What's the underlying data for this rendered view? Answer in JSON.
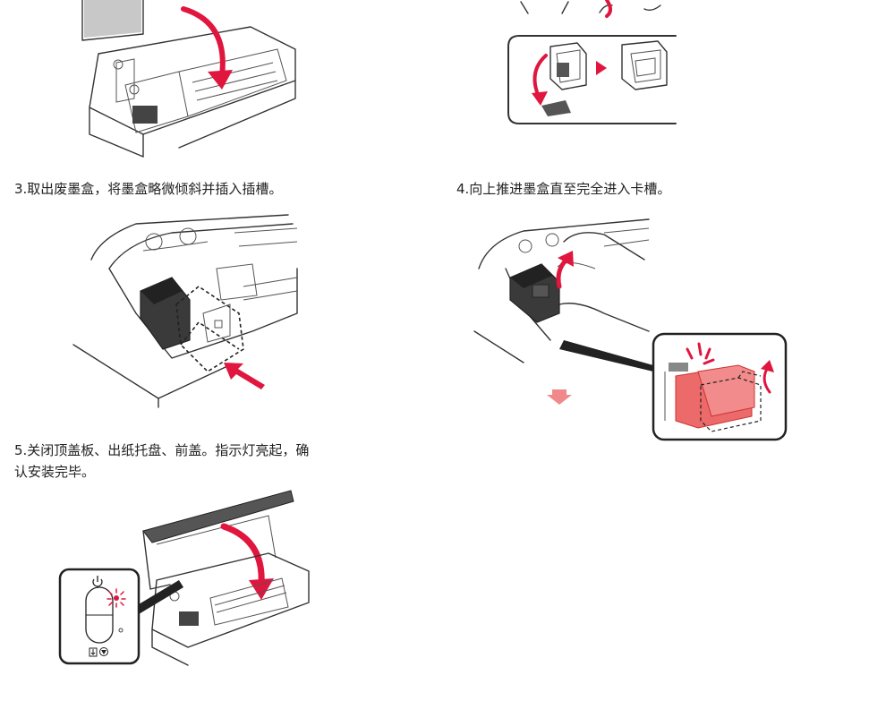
{
  "steps": {
    "step3": "3.取出废墨盒，将墨盒略微倾斜并插入插槽。",
    "step4": "4.向上推进墨盒直至完全进入卡槽。",
    "step5_line1": "5.关闭顶盖板、出纸托盘、前盖。指示灯亮起，确",
    "step5_line2": "认安装完毕。"
  },
  "colors": {
    "accent_red": "#e0163e",
    "cartridge_pink": "#ec6a6a",
    "outline": "#333333"
  },
  "icons": {
    "power": "power-icon",
    "lamp": "indicator-lamp-icon",
    "resume": "resume-icon",
    "stop": "stop-icon",
    "arrow_down": "down-arrow-icon",
    "arrow_right": "right-arrow-icon"
  }
}
